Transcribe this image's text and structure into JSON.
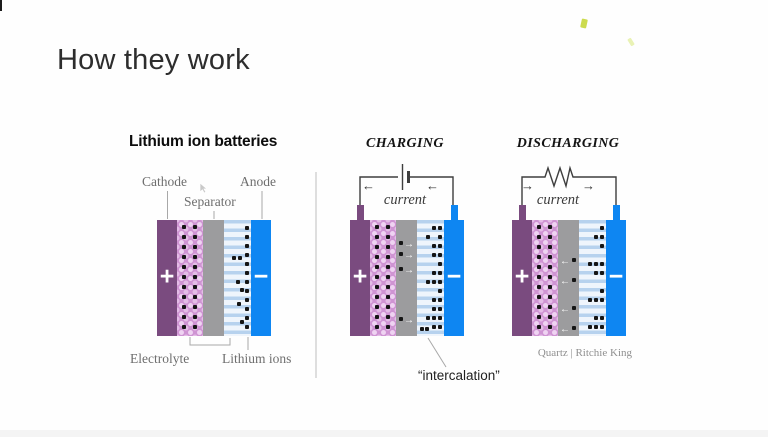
{
  "slide": {
    "title": "How they work"
  },
  "battery_diagram": {
    "heading": "Lithium ion batteries",
    "label_cathode": "Cathode",
    "label_anode": "Anode",
    "label_separator": "Separator",
    "label_electrolyte": "Electrolyte",
    "label_lithium_ions": "Lithium ions",
    "plus_symbol": "+",
    "minus_symbol": "−"
  },
  "charging": {
    "title": "CHARGING",
    "current_label": "current",
    "current_arrow": "←",
    "ion_arrow": "→"
  },
  "discharging": {
    "title": "DISCHARGING",
    "current_label": "current",
    "current_arrow": "→",
    "ion_arrow": "←"
  },
  "annotation": {
    "intercalation": "“intercalation”"
  },
  "attribution": "Quartz | Ritchie King",
  "colors": {
    "cathode_purple": "#7a4b7f",
    "electrolyte_pink": "#cf94d3",
    "separator_gray": "#9c9c9e",
    "anode_blue": "#0e86f2",
    "stripe_blue": "#b7d2ee",
    "ion_black": "#151515",
    "wire": "#3e3e3e",
    "leader_line": "#a8a8a8"
  }
}
